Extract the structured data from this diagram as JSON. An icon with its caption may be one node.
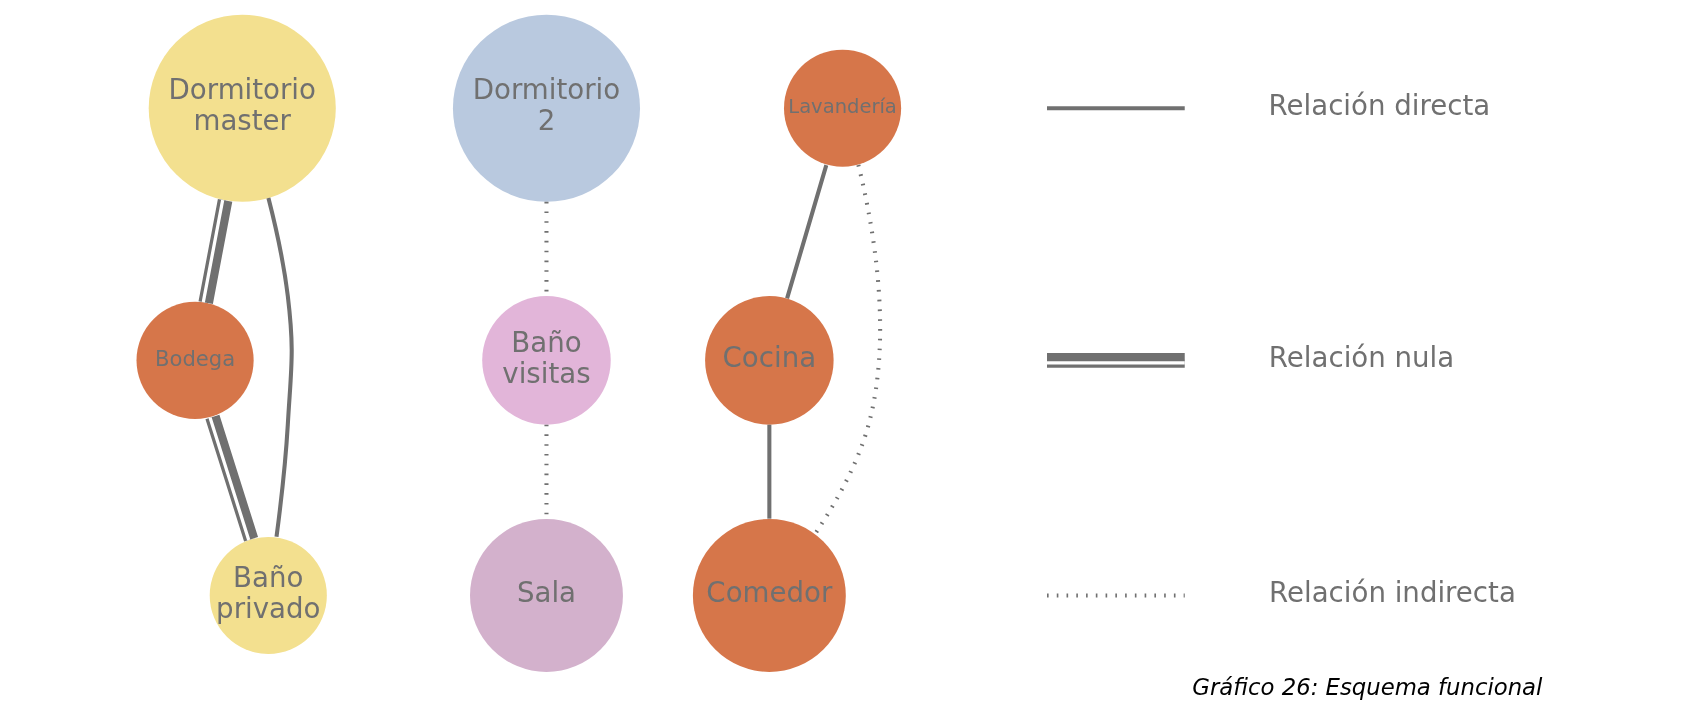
{
  "diagram": {
    "caption": "Gráfico 26: Esquema funcional",
    "nodes": [
      {
        "text": [
          "Dormitorio master"
        ]
      },
      {
        "text": [
          "Dormitorio 2"
        ]
      },
      {
        "text": [
          "Lavandería"
        ]
      },
      {
        "text": [
          "Cocina"
        ]
      },
      {
        "text": [
          "Comedor"
        ]
      },
      {
        "text": [
          "Bodega"
        ]
      },
      {
        "text": [
          "Baño privado"
        ]
      },
      {
        "text": [
          "Baño visitas"
        ]
      },
      {
        "text": [
          "Sala"
        ]
      }
    ],
    "edges": [
      {
        "from": 2,
        "to": 3,
        "arrow": "none"
      },
      {
        "from": 3,
        "to": 4,
        "arrow": "none"
      },
      {
        "from": 2,
        "to": 4,
        "arrow": "none",
        "style": "dashed"
      },
      {
        "from": 1,
        "to": 7,
        "arrow": "none",
        "style": "dashed"
      },
      {
        "from": 0,
        "to": 5,
        "arrow": "none",
        "style": "thick"
      },
      {
        "from": 0,
        "to": 6,
        "arrow": "none"
      },
      {
        "from": 5,
        "to": 6,
        "arrow": "none",
        "style": "thick"
      },
      {
        "from": 7,
        "to": 8,
        "arrow": "none",
        "style": "dashed"
      }
    ],
    "legend": [
      {
        "text": "Relación directa"
      },
      {
        "text": "Relación nula"
      },
      {
        "text": "Relación indirecta"
      }
    ]
  }
}
